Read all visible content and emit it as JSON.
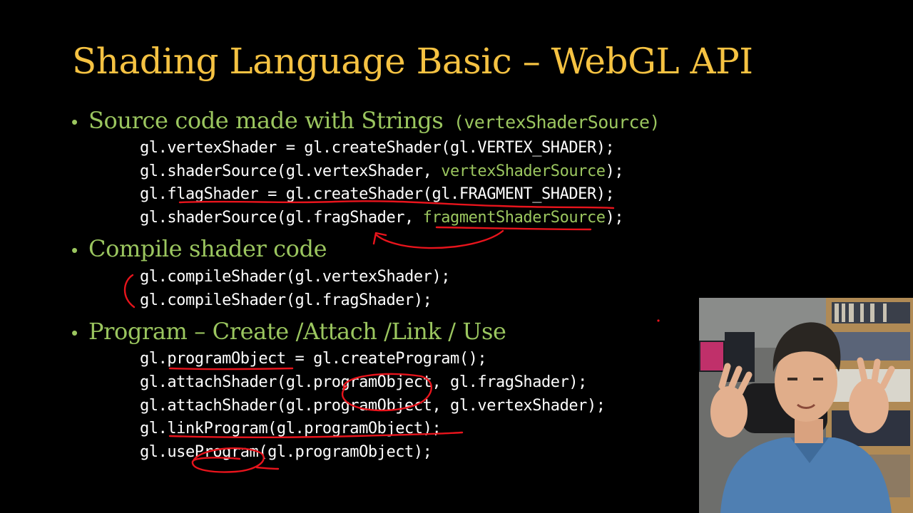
{
  "slide": {
    "title": "Shading Language Basic – WebGL API",
    "bullet_glyph": "•",
    "sections": [
      {
        "heading": "Source code made with Strings",
        "heading_mono": " (vertexShaderSource)",
        "lines": [
          {
            "pre": "gl.vertexShader = gl.createShader(gl.VERTEX_SHADER);",
            "hl": "",
            "post": ""
          },
          {
            "pre": "gl.shaderSource(gl.vertexShader, ",
            "hl": "vertexShaderSource",
            "post": ");"
          },
          {
            "pre": "gl.flagShader = gl.createShader(gl.FRAGMENT_SHADER);",
            "hl": "",
            "post": ""
          },
          {
            "pre": "gl.shaderSource(gl.fragShader, ",
            "hl": "fragmentShaderSource",
            "post": ");"
          }
        ]
      },
      {
        "heading": "Compile shader code",
        "heading_mono": "",
        "lines": [
          {
            "pre": "gl.compileShader(gl.vertexShader);",
            "hl": "",
            "post": ""
          },
          {
            "pre": "gl.compileShader(gl.fragShader);",
            "hl": "",
            "post": ""
          }
        ]
      },
      {
        "heading": "Program – Create /Attach /Link / Use",
        "heading_mono": "",
        "lines": [
          {
            "pre": "gl.programObject = gl.createProgram();",
            "hl": "",
            "post": ""
          },
          {
            "pre": "gl.attachShader(gl.programObject, gl.fragShader);",
            "hl": "",
            "post": ""
          },
          {
            "pre": "gl.attachShader(gl.programObject, gl.vertexShader);",
            "hl": "",
            "post": ""
          },
          {
            "pre": "gl.linkProgram(gl.programObject);",
            "hl": "",
            "post": ""
          },
          {
            "pre": "gl.useProgram(gl.programObject);",
            "hl": "",
            "post": ""
          }
        ]
      }
    ]
  },
  "colors": {
    "background": "#000000",
    "title": "#f5c242",
    "bullet": "#9bc65f",
    "code": "#ffffff",
    "annotation_ink": "#e8141c"
  },
  "webcam": {
    "icon": "presenter-webcam-icon"
  }
}
